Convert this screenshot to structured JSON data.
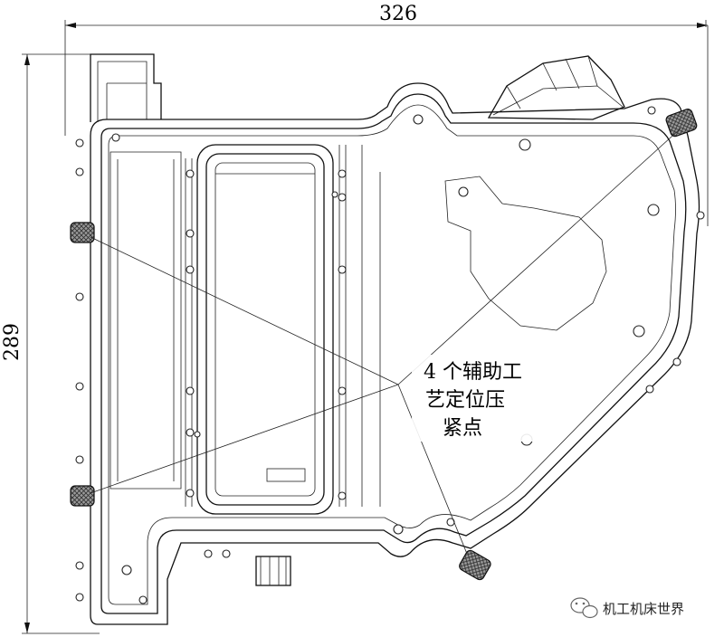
{
  "dimensions": {
    "width_label": "326",
    "height_label": "289"
  },
  "annotation": {
    "line1": "4 个辅助工",
    "line2": "艺定位压",
    "line3": "紧点"
  },
  "watermark": {
    "text": "机工机床世界"
  },
  "colors": {
    "line": "#111111",
    "pad_fill": "#888888",
    "background": "#ffffff"
  }
}
